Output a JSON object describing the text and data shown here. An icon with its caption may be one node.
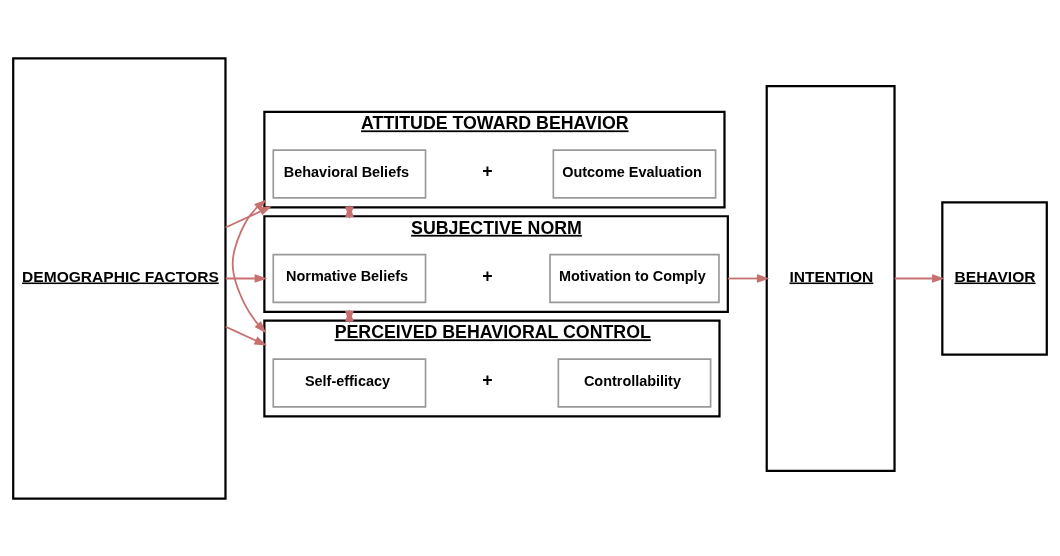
{
  "diagram": {
    "nodes": [
      {
        "text": [
          "DEMOGRAPHIC FACTORS"
        ]
      },
      {
        "text": [
          "ATTITUDE TOWARD BEHAVIOR"
        ]
      },
      {
        "text": [
          "Behavioral Beliefs"
        ],
        "in": 1
      },
      {
        "text": [
          "Outcome Evaluation"
        ],
        "in": 1
      },
      {
        "text": [
          "SUBJECTIVE NORM"
        ]
      },
      {
        "text": [
          "Normative Beliefs"
        ],
        "in": 4
      },
      {
        "text": [
          "Motivation to Comply"
        ],
        "in": 4
      },
      {
        "text": [
          "PERCEIVED BEHAVIORAL CONTROL"
        ]
      },
      {
        "text": [
          "Self-efficacy"
        ],
        "in": 7
      },
      {
        "text": [
          "Controllability"
        ],
        "in": 7
      },
      {
        "text": [
          "INTENTION"
        ]
      },
      {
        "text": [
          "BEHAVIOR"
        ]
      }
    ],
    "edges": [
      {
        "from": 0,
        "to": 1,
        "arrow": "to"
      },
      {
        "from": 0,
        "to": 4,
        "arrow": "to"
      },
      {
        "from": 0,
        "to": 7,
        "arrow": "to"
      },
      {
        "from": 1,
        "to": 7,
        "arrow": "both"
      },
      {
        "from": 1,
        "to": 4,
        "arrow": "both"
      },
      {
        "from": 4,
        "to": 7,
        "arrow": "both"
      },
      {
        "from": 4,
        "to": 10,
        "arrow": "to"
      },
      {
        "from": 10,
        "to": 11,
        "arrow": "to"
      }
    ],
    "labels": [
      "+",
      "+",
      "+"
    ]
  }
}
